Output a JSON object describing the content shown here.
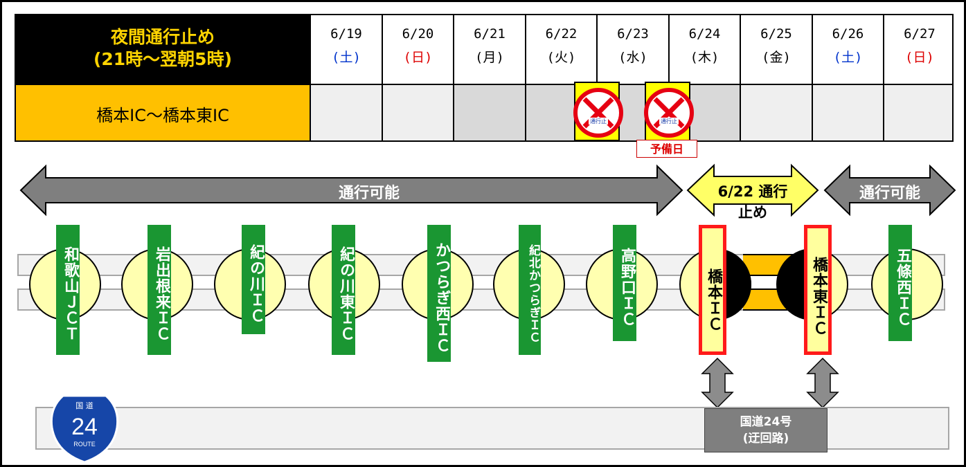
{
  "schedule": {
    "title_line1": "夜間通行止め",
    "title_line2": "(21時～翌朝5時)",
    "section": "橋本IC～橋本東IC",
    "dates": [
      {
        "date": "6/19",
        "weekday": "(土)",
        "kind": "sat",
        "shade": "light"
      },
      {
        "date": "6/20",
        "weekday": "(日)",
        "kind": "sun",
        "shade": "light"
      },
      {
        "date": "6/21",
        "weekday": "(月)",
        "kind": "wk",
        "shade": "dark"
      },
      {
        "date": "6/22",
        "weekday": "(火)",
        "kind": "wk",
        "shade": "dark"
      },
      {
        "date": "6/23",
        "weekday": "(水)",
        "kind": "wk",
        "shade": "dark"
      },
      {
        "date": "6/24",
        "weekday": "(木)",
        "kind": "wk",
        "shade": "dark"
      },
      {
        "date": "6/25",
        "weekday": "(金)",
        "kind": "wk",
        "shade": "light"
      },
      {
        "date": "6/26",
        "weekday": "(土)",
        "kind": "sat",
        "shade": "light"
      },
      {
        "date": "6/27",
        "weekday": "(日)",
        "kind": "sun",
        "shade": "light"
      }
    ],
    "sign_text": "通行止",
    "reserve_day": "予備日"
  },
  "arrows": {
    "left_open": "通行可能",
    "closure": "6/22 通行止め",
    "right_open": "通行可能"
  },
  "interchanges": [
    {
      "name": "和歌山ＪＣＴ",
      "style": "normal"
    },
    {
      "name": "岩出根来ＩＣ",
      "style": "normal"
    },
    {
      "name": "紀の川ＩＣ",
      "style": "normal"
    },
    {
      "name": "紀の川東ＩＣ",
      "style": "normal"
    },
    {
      "name": "かつらぎ西ＩＣ",
      "style": "normal"
    },
    {
      "name": "紀北かつらぎＩＣ",
      "style": "small"
    },
    {
      "name": "高野口ＩＣ",
      "style": "normal"
    },
    {
      "name": "橋本ＩＣ",
      "style": "highlight"
    },
    {
      "name": "橋本東ＩＣ",
      "style": "highlight"
    },
    {
      "name": "五條西ＩＣ",
      "style": "normal"
    }
  ],
  "route_shield": {
    "top": "国 道",
    "number": "24",
    "bottom": "ROUTE"
  },
  "bypass": {
    "line1": "国道24号",
    "line2": "(迂回路)"
  },
  "colors": {
    "title_bg": "#000000",
    "title_text": "#ffd400",
    "section_bg": "#ffc000",
    "ic_green": "#1a9632",
    "closure_red": "#ff1a1a",
    "arrow_gray": "#7f7f7f",
    "arrow_yellow": "#ffff66"
  }
}
